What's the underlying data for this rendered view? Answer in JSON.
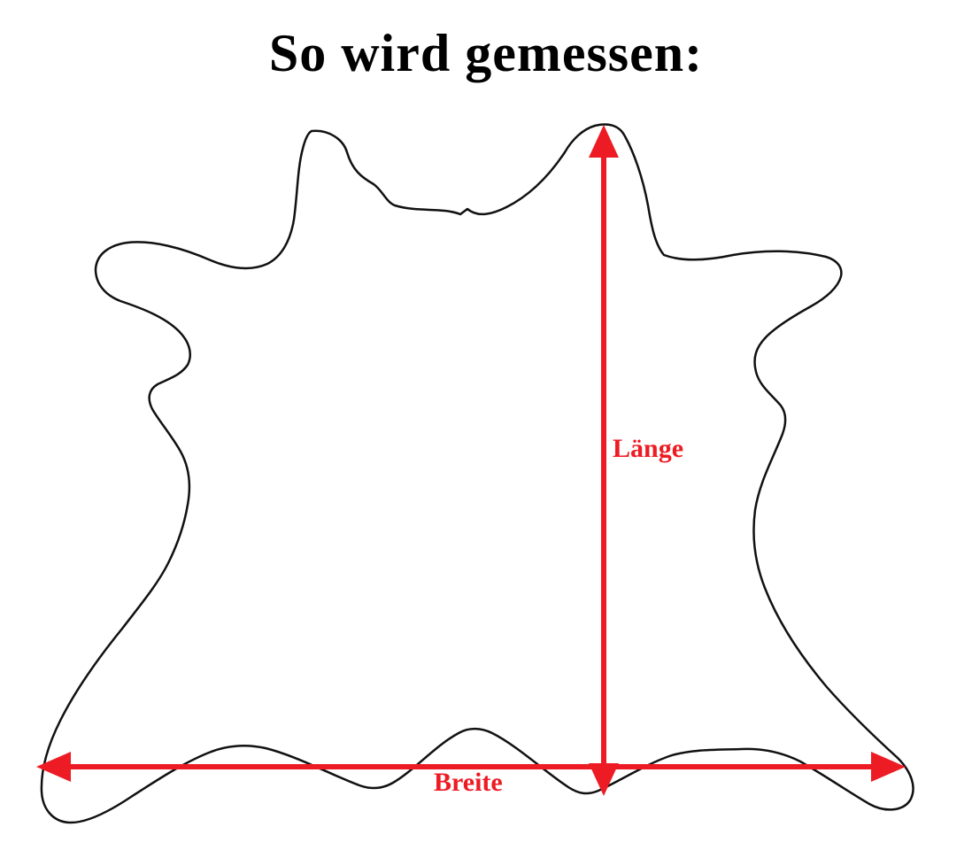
{
  "title": "So wird gemessen:",
  "diagram": {
    "length_label": "Länge",
    "width_label": "Breite",
    "arrow_color": "#ed1c24",
    "outline_color": "#111111"
  }
}
